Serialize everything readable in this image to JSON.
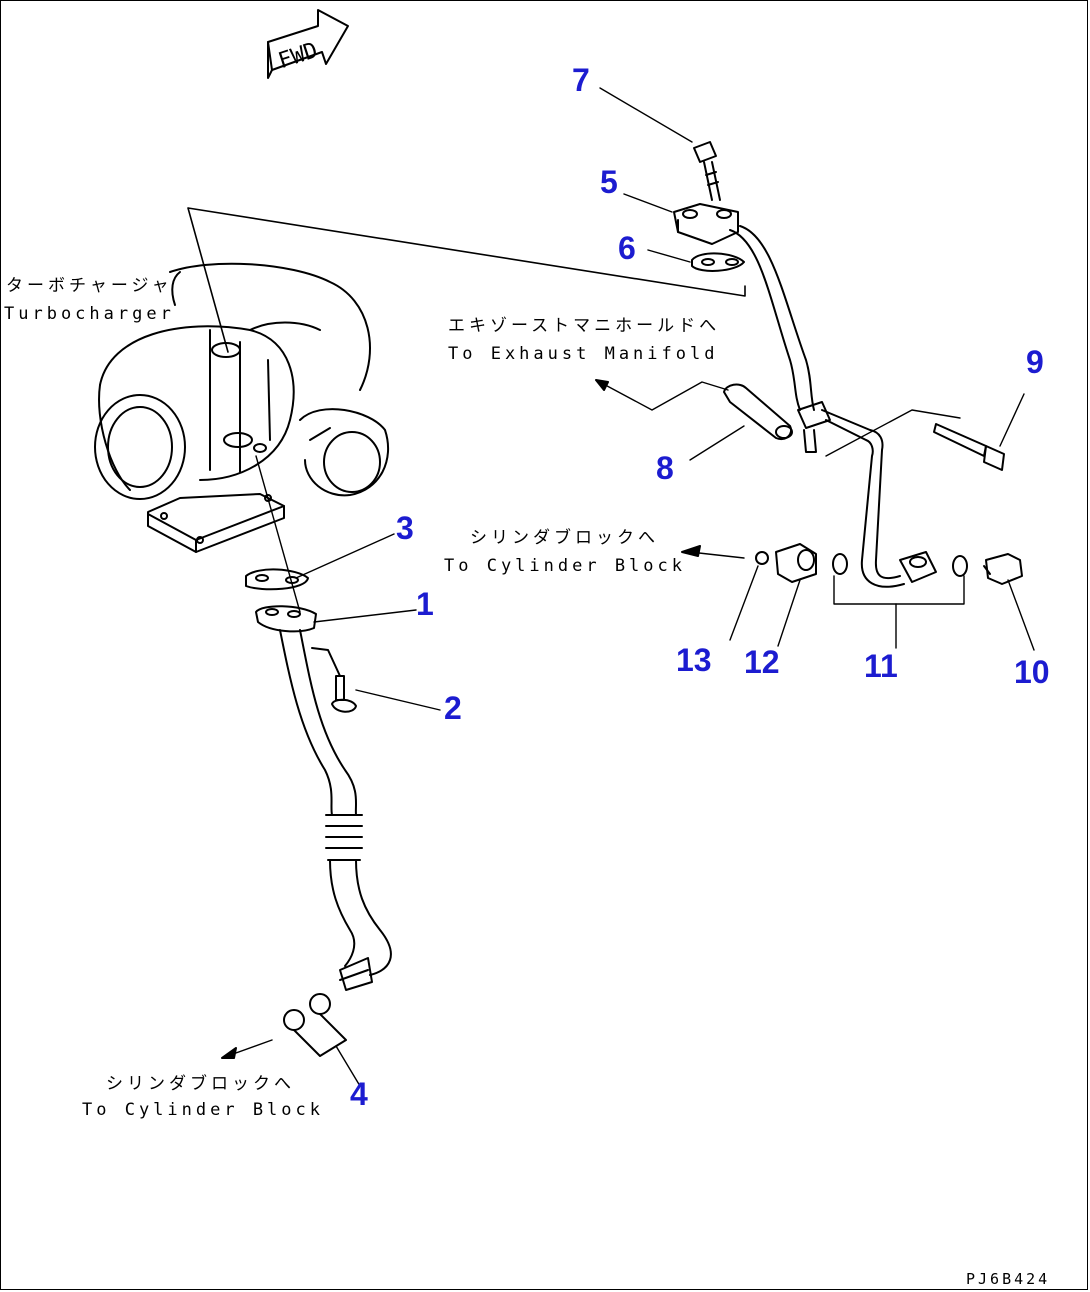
{
  "fwd_label": "FWD",
  "labels": {
    "turbo_jp": "ターボチャージャ",
    "turbo_en": "Turbocharger",
    "exhaust_jp": "エキゾーストマニホールドへ",
    "exhaust_en": "To Exhaust Manifold",
    "cyl1_jp": "シリンダブロックへ",
    "cyl1_en": "To Cylinder Block",
    "cyl2_jp": "シリンダブロックへ",
    "cyl2_en": "To Cylinder Block"
  },
  "part_numbers": [
    "1",
    "2",
    "3",
    "4",
    "5",
    "6",
    "7",
    "8",
    "9",
    "10",
    "11",
    "12",
    "13"
  ],
  "drawing_code": "PJ6B424",
  "colors": {
    "callout": "#1c1cd0",
    "line": "#000000"
  }
}
